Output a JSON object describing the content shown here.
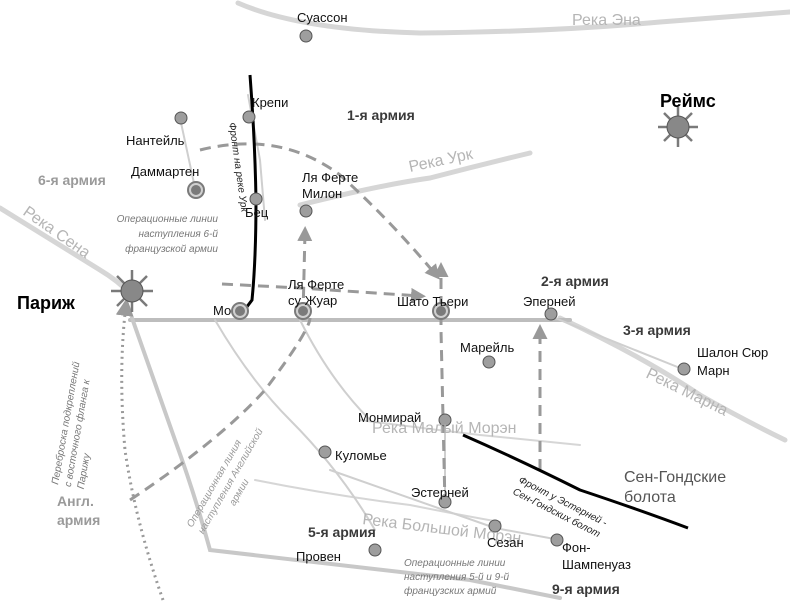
{
  "map": {
    "rivers": {
      "aisne": "Река Эна",
      "ourcq": "Река Урк",
      "seine": "Река Сена",
      "marne": "Река Марна",
      "petit_morin": "Река Малый Морэн",
      "grand_morin": "Река Большой Морэн"
    },
    "cities": {
      "soissons": "Суассон",
      "reims": "Реймс",
      "crepy": "Крепи",
      "nanteuil": "Нантейль",
      "dammartin": "Даммартен",
      "betz": "Бец",
      "ferte_milon_1": "Ля Ферте",
      "ferte_milon_2": "Милон",
      "paris": "Париж",
      "meaux": "Мо",
      "ferte_jouarre_1": "Ля Ферте",
      "ferte_jouarre_2": "су Жуар",
      "chateau_thierry": "Шато Тьери",
      "epernay": "Эперней",
      "chalons_1": "Шалон Сюр",
      "chalons_2": "Марн",
      "mareuil": "Марейль",
      "montmirail": "Монмирай",
      "coulommiers": "Куломье",
      "esternay": "Эстерней",
      "sezanne": "Сезан",
      "fere_1": "Фон-",
      "fere_2": "Шампенуаз",
      "provins": "Провен"
    },
    "armies": {
      "a1": "1-я армия",
      "a2": "2-я армия",
      "a3": "3-я армия",
      "a5": "5-я армия",
      "a6": "6-я армия",
      "a9": "9-я армия",
      "eng_1": "Англ.",
      "eng_2": "армия"
    },
    "notes": {
      "op6_1": "Операционные линии",
      "op6_2": "наступления 6-й",
      "op6_3": "французской армии",
      "op_eng_1": "Операционная линия",
      "op_eng_2": "наступления Английской",
      "op_eng_3": "армии",
      "op59_1": "Операционные линии",
      "op59_2": "наступления 5-й и 9-й",
      "op59_3": "французских армий",
      "transfer_1": "Переброска подкреплений",
      "transfer_2": "с восточного фланга к",
      "transfer_3": "Парижу",
      "front_ourcq": "Фронт на реке Урк",
      "front_est_1": "Фронт у Эстерней -",
      "front_est_2": "Сен-Гондских болот"
    },
    "region": {
      "marsh_1": "Сен-Гондские",
      "marsh_2": "болота"
    },
    "colors": {
      "river": "#d6d6d6",
      "road": "#cfcfcf",
      "op_line": "#999999",
      "front": "#000000",
      "city_dot": "#9e9e9e"
    }
  }
}
